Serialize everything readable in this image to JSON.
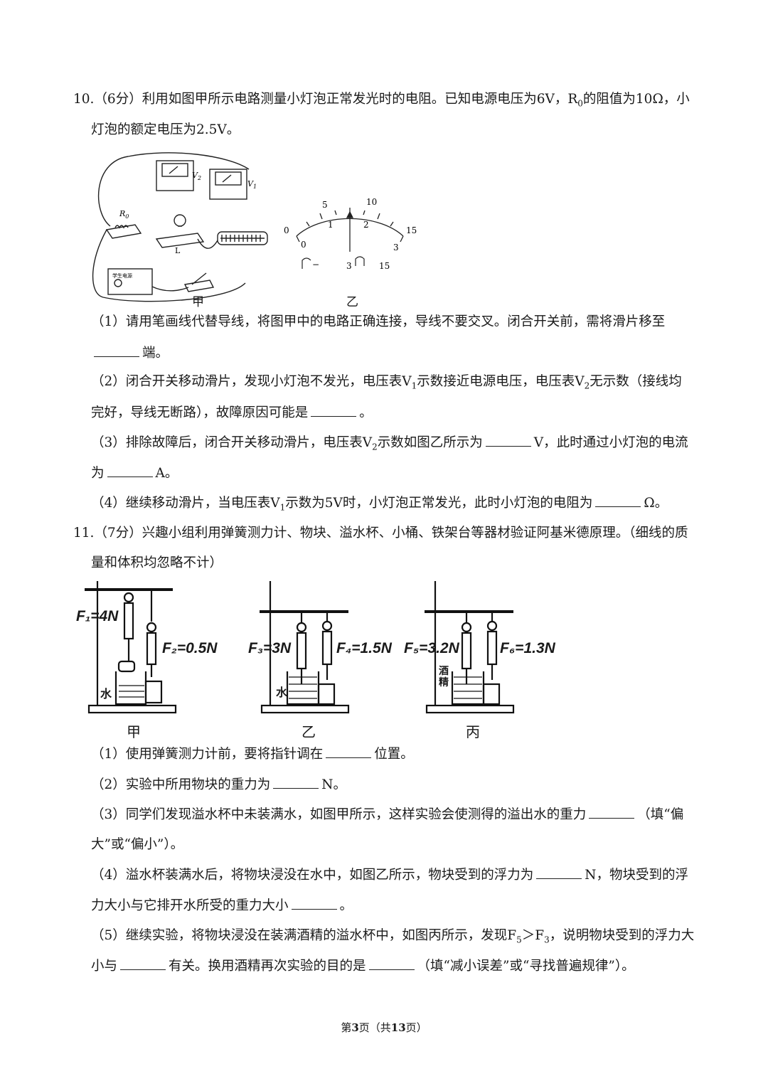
{
  "q10": {
    "line1": "10.（6分）利用如图甲所示电路测量小灯泡正常发光时的电阻。已知电源电压为6V，R",
    "line1_sub": "0",
    "line1_end": "的阻值为10Ω，小",
    "line2": "灯泡的额定电压为2.5V。",
    "fig_a_caption": "甲",
    "fig_b_caption": "乙",
    "fig_a_labels": {
      "v2": "V",
      "v2_sub": "2",
      "v1": "V",
      "v1_sub": "1",
      "r0": "R",
      "r0_sub": "0",
      "lamp": "L",
      "supply": "学生电源"
    },
    "meter_scale_top": [
      "0",
      "5",
      "10",
      "15"
    ],
    "meter_scale_bottom": [
      "0",
      "1",
      "2",
      "3"
    ],
    "meter_terminals": [
      "−",
      "3",
      "15"
    ],
    "sub1_a": "（1）请用笔画线代替导线，将图甲中的电路正确连接，导线不要交叉。闭合开关前，需将滑片移至",
    "sub1_b": "端。",
    "sub2_a": "（2）闭合开关移动滑片，发现小灯泡不发光，电压表V",
    "sub2_sub1": "1",
    "sub2_b": "示数接近电源电压，电压表V",
    "sub2_sub2": "2",
    "sub2_c": "无示数（接线均",
    "sub2_d": "完好，导线无断路），故障原因可能是",
    "sub2_e": "。",
    "sub3_a": "（3）排除故障后，闭合开关移动滑片，电压表V",
    "sub3_sub": "2",
    "sub3_b": "示数如图乙所示为",
    "sub3_c": "V，此时通过小灯泡的电流",
    "sub3_d": "为",
    "sub3_e": "A。",
    "sub4_a": "（4）继续移动滑片，当电压表V",
    "sub4_sub": "1",
    "sub4_b": "示数为5V时，小灯泡正常发光，此时小灯泡的电阻为",
    "sub4_c": "Ω。"
  },
  "q11": {
    "line1": "11.（7分）兴趣小组利用弹簧测力计、物块、溢水杯、小桶、铁架台等器材验证阿基米德原理。（细线的质",
    "line2": "量和体积均忽略不计）",
    "fig_labels": {
      "f1": "F₁=4N",
      "f2": "F₂=0.5N",
      "f3": "F₃=3N",
      "f4": "F₄=1.5N",
      "f5": "F₅=3.2N",
      "f6": "F₆=1.3N",
      "water_a": "水",
      "water_b": "水",
      "alcohol": "酒精"
    },
    "captions": [
      "甲",
      "乙",
      "丙"
    ],
    "sub1_a": "（1）使用弹簧测力计前，要将指针调在",
    "sub1_b": "位置。",
    "sub2_a": "（2）实验中所用物块的重力为",
    "sub2_b": "N。",
    "sub3_a": "（3）同学们发现溢水杯中未装满水，如图甲所示，这样实验会使测得的溢出水的重力",
    "sub3_b": "（填“偏",
    "sub3_c": "大”或“偏小”）。",
    "sub4_a": "（4）溢水杯装满水后，将物块浸没在水中，如图乙所示，物块受到的浮力为",
    "sub4_b": "N，物块受到的浮",
    "sub4_c": "力大小与它排开水所受的重力大小",
    "sub4_d": "。",
    "sub5_a": "（5）继续实验，将物块浸没在装满酒精的溢水杯中，如图丙所示，发现F",
    "sub5_sub1": "5",
    "sub5_b": "＞F",
    "sub5_sub2": "3",
    "sub5_c": "，说明物块受到的浮力大",
    "sub5_d": "小与",
    "sub5_e": "有关。换用酒精再次实验的目的是",
    "sub5_f": "（填“减小误差”或“寻找普遍规律”）。"
  },
  "footer": {
    "prefix": "第",
    "page": "3",
    "mid": "页（共",
    "total": "13",
    "suffix": "页）"
  }
}
